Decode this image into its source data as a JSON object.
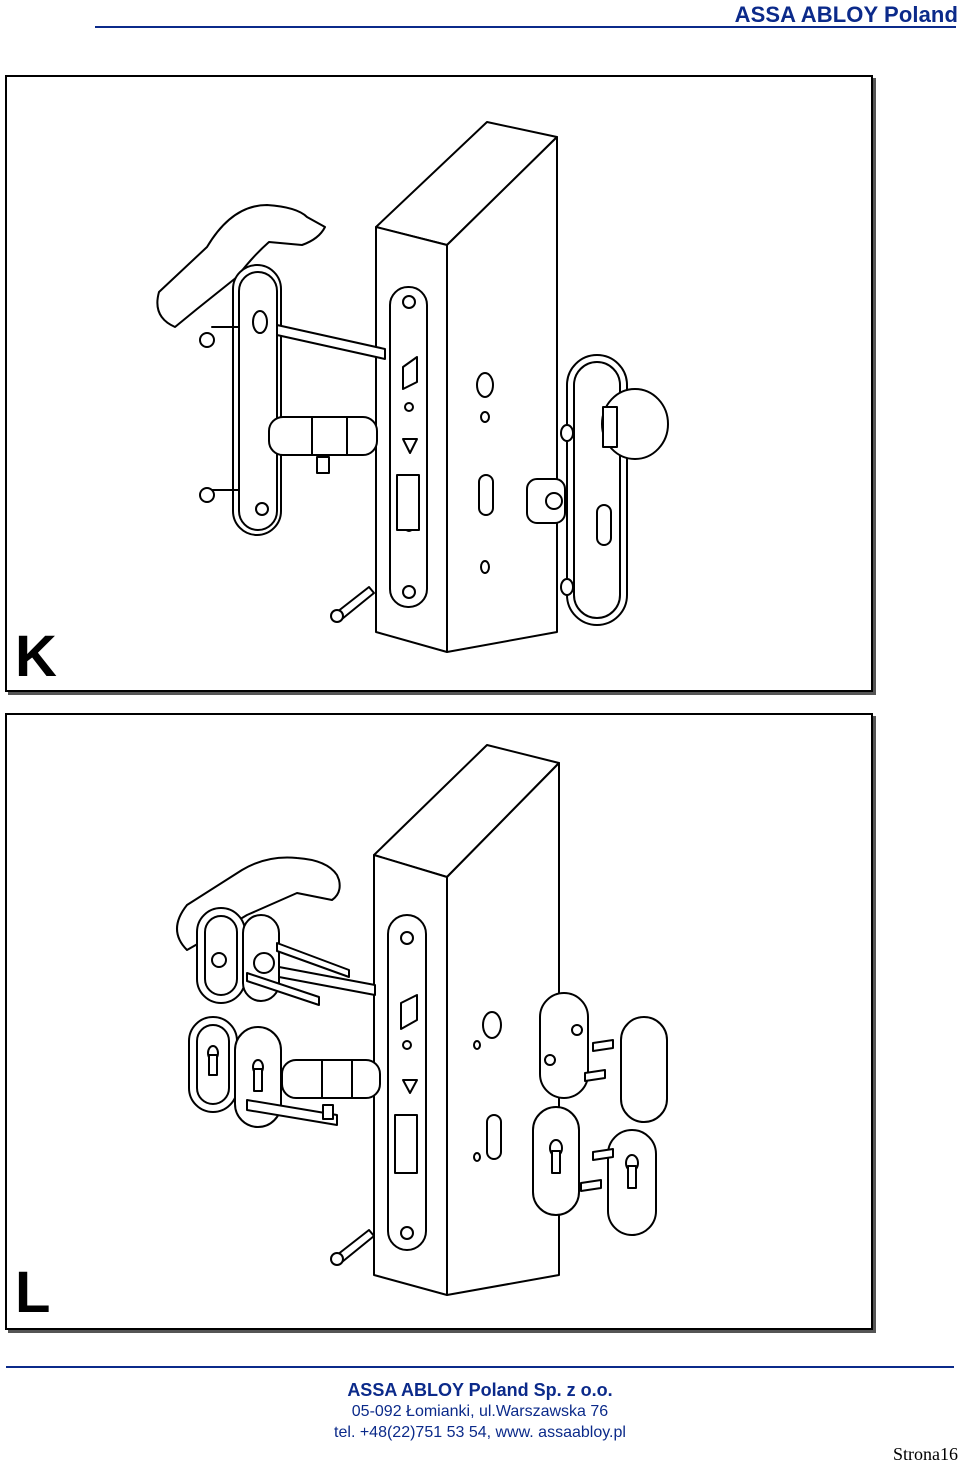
{
  "header": {
    "brand": "ASSA ABLOY Poland"
  },
  "figures": [
    {
      "label": "K"
    },
    {
      "label": "L"
    }
  ],
  "footer": {
    "company": "ASSA ABLOY Poland Sp. z o.o.",
    "address": "05-092 Łomianki, ul.Warszawska 76",
    "contact": "tel. +48(22)751 53 54, www. assaabloy.pl",
    "page": "Strona16"
  },
  "colors": {
    "brand": "#0b2a8a",
    "line": "#000000"
  }
}
